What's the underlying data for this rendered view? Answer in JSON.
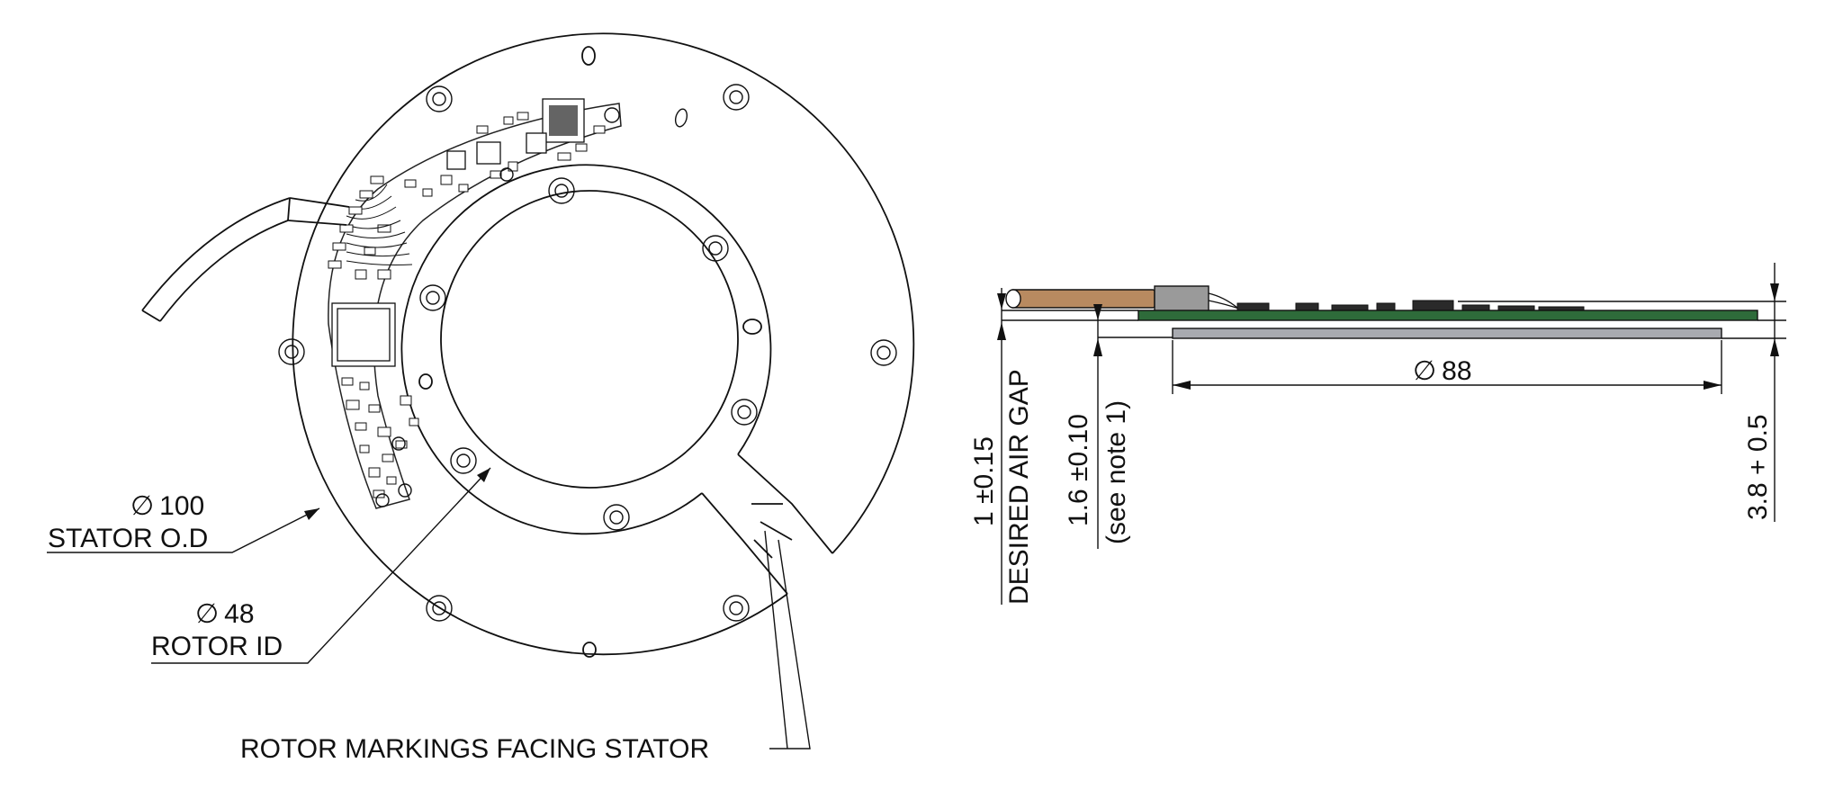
{
  "labels": {
    "stator_od_value": "100",
    "stator_od_text": "STATOR O.D",
    "rotor_id_value": "48",
    "rotor_id_text": "ROTOR ID",
    "rotor_markings": "ROTOR MARKINGS FACING STATOR",
    "diameter_88": "88",
    "air_gap_value": "1 ±0.15",
    "air_gap_text": "DESIRED AIR GAP",
    "gap_16_value": "1.6 ±0.10",
    "gap_16_note": "(see note 1)",
    "height_value": "3.8 + 0.5"
  },
  "symbols": {
    "diameter": "∅"
  },
  "colors": {
    "line": "#111111",
    "cable_tan": "#b88a60",
    "pcb_green": "#2e6b3a",
    "rotor_gray": "#a8aab0",
    "connector_gray": "#9a9a9a"
  }
}
